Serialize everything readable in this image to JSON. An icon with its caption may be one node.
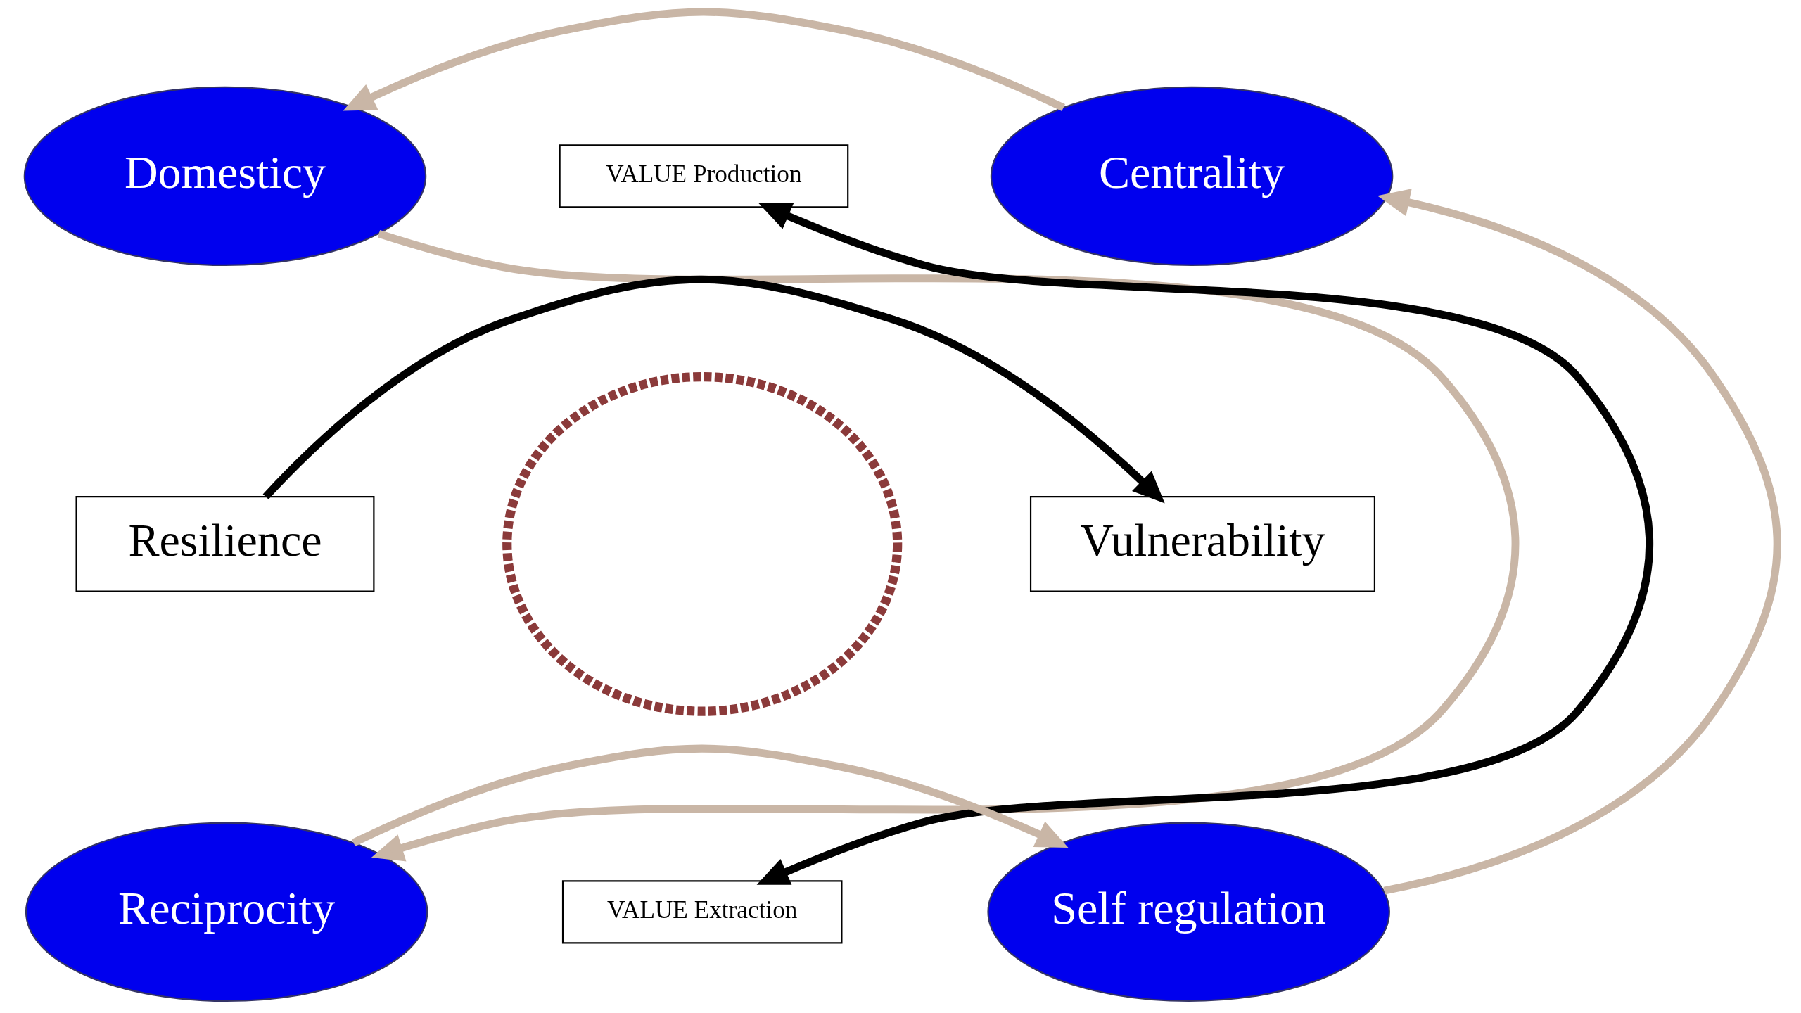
{
  "diagram": {
    "nodes": [
      {
        "text": [
          "Domesticy"
        ]
      },
      {
        "text": [
          "VALUE Production"
        ]
      },
      {
        "text": [
          "Centrality"
        ]
      },
      {
        "text": [
          "Resilience"
        ]
      },
      {
        "text": [],
        "shape": "circle"
      },
      {
        "text": [
          "Vulnerability"
        ]
      },
      {
        "text": [
          "Reciprocity"
        ]
      },
      {
        "text": [
          "VALUE Extraction"
        ]
      },
      {
        "text": [
          "Self regulation"
        ]
      }
    ],
    "edges": [
      {
        "from": 2,
        "to": 0,
        "arrow": "to"
      },
      {
        "from": 0,
        "to": 6,
        "arrow": "to"
      },
      {
        "from": 6,
        "to": 8,
        "arrow": "to"
      },
      {
        "from": 8,
        "to": 2,
        "arrow": "to"
      },
      {
        "from": 1,
        "to": 7,
        "arrow": "both",
        "color": "#000000"
      },
      {
        "from": 3,
        "to": 5,
        "arrow": "to",
        "color": "#000000"
      }
    ]
  }
}
